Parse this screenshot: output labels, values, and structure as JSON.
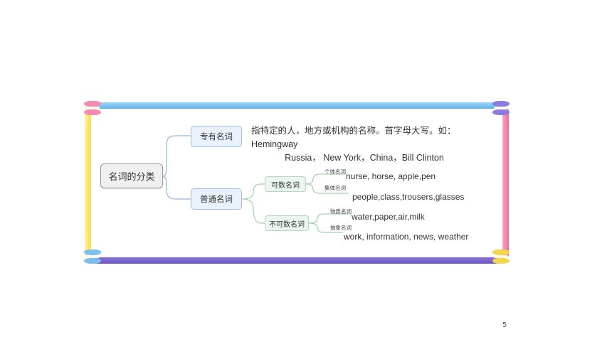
{
  "root": {
    "label": "名词的分类"
  },
  "proper": {
    "label": "专有名词",
    "desc_line1": "指特定的人，地方或机构的名称。首字母大写。如：Hemingway",
    "desc_line2": "Russia， New York，China，Bill Clinton"
  },
  "common": {
    "label": "普通名词",
    "countable": {
      "label": "可数名词",
      "individual": {
        "label": "个体名词",
        "examples": "nurse, horse, apple,pen"
      },
      "collective": {
        "label": "集体名词",
        "examples": "people,class,trousers,glasses"
      }
    },
    "uncountable": {
      "label": "不可数名词",
      "material": {
        "label": "物质名词",
        "examples": "water,paper,air,milk"
      },
      "abstract": {
        "label": "抽象名词",
        "examples": "work, information, news, weather"
      }
    }
  },
  "page_number": "5",
  "colors": {
    "frame_top": "#5fb4ea",
    "frame_bottom": "#6a55c4",
    "frame_left": "#f6dc4d",
    "frame_right": "#ee6d9f",
    "connector": "#8fb7e2",
    "connector_green": "#9fd3ae"
  }
}
